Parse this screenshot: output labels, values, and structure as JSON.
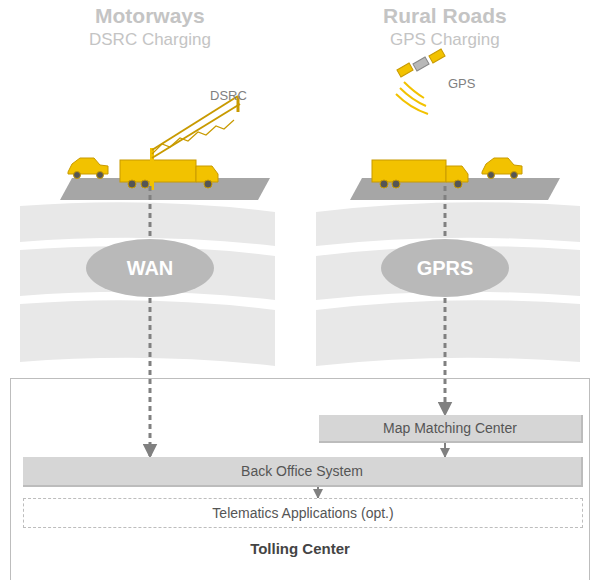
{
  "diagram": {
    "nodes": [
      {
        "text": [
          "WAN"
        ]
      },
      {
        "text": [
          "GPRS"
        ]
      },
      {
        "text": [
          "Tolling Center"
        ]
      },
      {
        "text": [
          "Map Matching Center"
        ],
        "in": 2
      },
      {
        "text": [
          "Back Office System"
        ],
        "in": 2
      },
      {
        "text": [
          "Telematics Applications (opt.)"
        ],
        "in": 2
      }
    ],
    "edges": [
      {
        "from": 0,
        "to": 4,
        "arrow": "to"
      },
      {
        "from": 1,
        "to": 3,
        "arrow": "to"
      },
      {
        "from": 3,
        "to": 4,
        "arrow": "to"
      },
      {
        "from": 4,
        "to": 5,
        "arrow": "to"
      }
    ],
    "labels": [
      "Motorways",
      "DSRC Charging",
      "DSRC",
      "Rural Roads",
      "GPS Charging",
      "GPS"
    ]
  }
}
